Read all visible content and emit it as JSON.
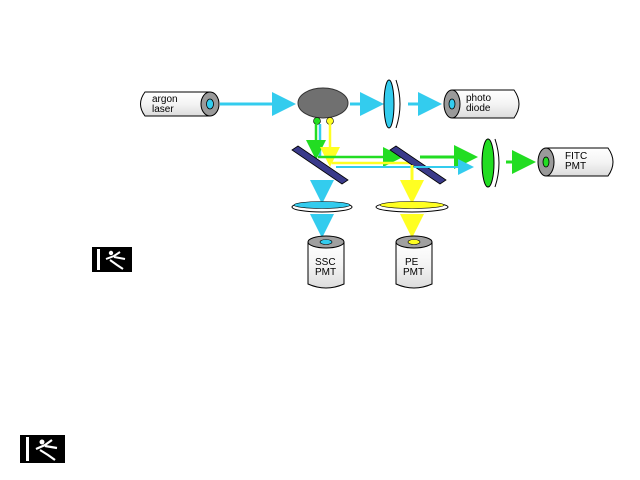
{
  "diagram": {
    "components": {
      "laser": {
        "line1": "argon",
        "line2": "laser"
      },
      "photodiode": {
        "line1": "photo",
        "line2": "diode"
      },
      "fitc": {
        "line1": "FITC",
        "line2": "PMT"
      },
      "ssc": {
        "line1": "SSC",
        "line2": "PMT"
      },
      "pe": {
        "line1": "PE",
        "line2": "PMT"
      }
    },
    "colors": {
      "cyan": "#33ccee",
      "green": "#22dd22",
      "yellow": "#ffff22",
      "sample": "#707070",
      "mirror": "#3a3a8a"
    }
  },
  "icons": {
    "small": "flow-cytometer-figure-icon",
    "large": "flow-cytometer-figure-icon"
  }
}
